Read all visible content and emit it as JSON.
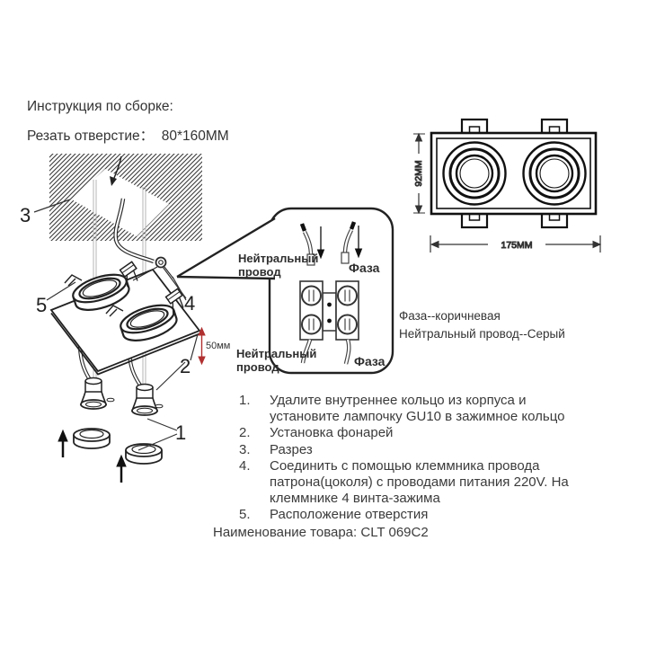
{
  "header": {
    "title": "Инструкция по сборке:",
    "cut_hole": "Резать отверстие：  80*160MM"
  },
  "assembly": {
    "part_labels": {
      "p1": "1",
      "p2": "2",
      "p3": "3",
      "p4": "4",
      "p5": "5"
    },
    "depth_label": "50мм"
  },
  "wiring": {
    "neutral_top": "Нейтральный провод",
    "phase_top": "Фаза",
    "neutral_bottom": "Нейтральный провод",
    "phase_bottom": "Фаза",
    "legend_phase": "Фаза--коричневая",
    "legend_neutral": "Нейтральный провод--Серый"
  },
  "drawing": {
    "height_label": "92MM",
    "width_label": "175MM"
  },
  "instructions": {
    "items": [
      {
        "num": "1.",
        "text": "Удалите внутреннее кольцо из корпуса и установите лампочку GU10 в зажимное кольцо"
      },
      {
        "num": "2.",
        "text": "Установка фонарей"
      },
      {
        "num": "3.",
        "text": "Разрез"
      },
      {
        "num": "4.",
        "text": "Соединить с помощью клеммника провода патрона(цоколя) с проводами питания 220V. На клеммнике 4 винта-зажима"
      },
      {
        "num": "5.",
        "text": "Расположение отверстия"
      }
    ],
    "product": "Наименование товара: CLT 069C2"
  },
  "colors": {
    "line": "#2a2a2a",
    "dimension_red": "#b03030"
  }
}
